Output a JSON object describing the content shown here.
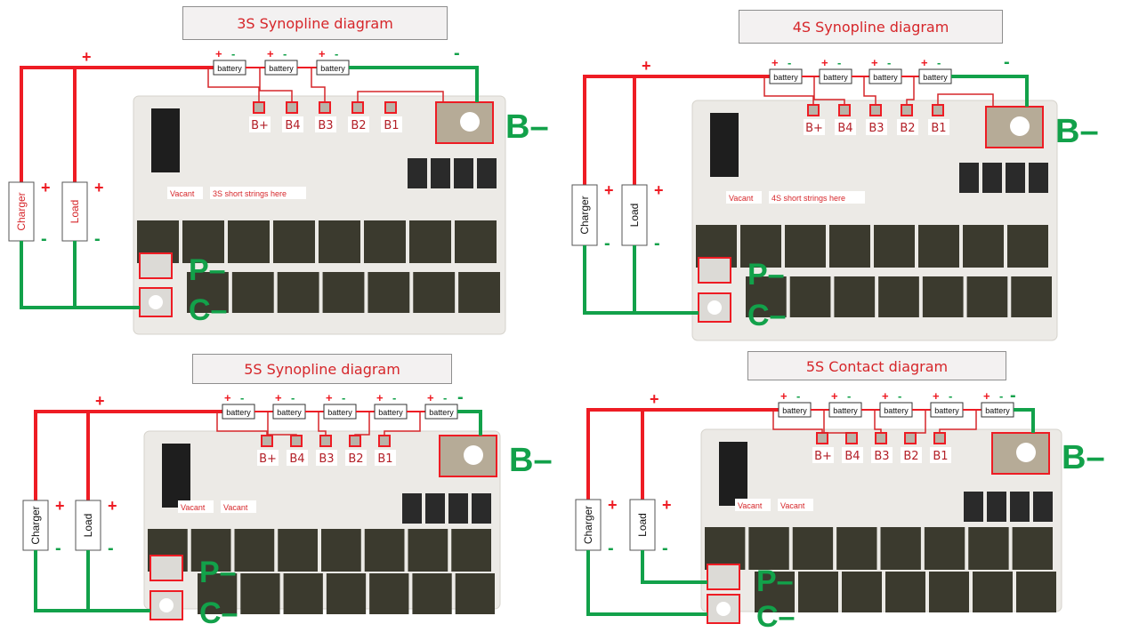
{
  "colors": {
    "positive_wire": "#ee1c24",
    "negative_wire": "#12a14a",
    "label_red": "#d6262a",
    "board": "#eceae6",
    "mosfet": "#3b3a2e"
  },
  "panels": [
    {
      "id": "3s",
      "title": "3S Synopline diagram",
      "battery_count": 3,
      "battery_label": "battery",
      "plus_sign": "+",
      "minus_sign": "-",
      "pads": [
        "B+",
        "B4",
        "B3",
        "B2",
        "B1"
      ],
      "b_minus": "B–",
      "p_minus": "P–",
      "c_minus": "C–",
      "charger": "Charger",
      "load": "Load",
      "notes": [
        "Vacant",
        "3S short strings here"
      ],
      "mode": "common"
    },
    {
      "id": "4s",
      "title": "4S Synopline diagram",
      "battery_count": 4,
      "battery_label": "battery",
      "plus_sign": "+",
      "minus_sign": "-",
      "pads": [
        "B+",
        "B4",
        "B3",
        "B2",
        "B1"
      ],
      "b_minus": "B–",
      "p_minus": "P–",
      "c_minus": "C–",
      "charger": "Charger",
      "load": "Load",
      "notes": [
        "Vacant",
        "4S short strings here"
      ],
      "mode": "common"
    },
    {
      "id": "5s",
      "title": "5S Synopline diagram",
      "battery_count": 5,
      "battery_label": "battery",
      "plus_sign": "+",
      "minus_sign": "-",
      "pads": [
        "B+",
        "B4",
        "B3",
        "B2",
        "B1"
      ],
      "b_minus": "B–",
      "p_minus": "P–",
      "c_minus": "C–",
      "charger": "Charger",
      "load": "Load",
      "notes": [
        "Vacant",
        "Vacant"
      ],
      "mode": "common"
    },
    {
      "id": "5s-contact",
      "title": "5S Contact diagram",
      "battery_count": 5,
      "battery_label": "battery",
      "plus_sign": "+",
      "minus_sign": "-",
      "pads": [
        "B+",
        "B4",
        "B3",
        "B2",
        "B1"
      ],
      "b_minus": "B–",
      "p_minus": "P–",
      "c_minus": "C–",
      "charger": "Charger",
      "load": "Load",
      "notes": [
        "Vacant",
        "Vacant"
      ],
      "mode": "separate"
    }
  ]
}
